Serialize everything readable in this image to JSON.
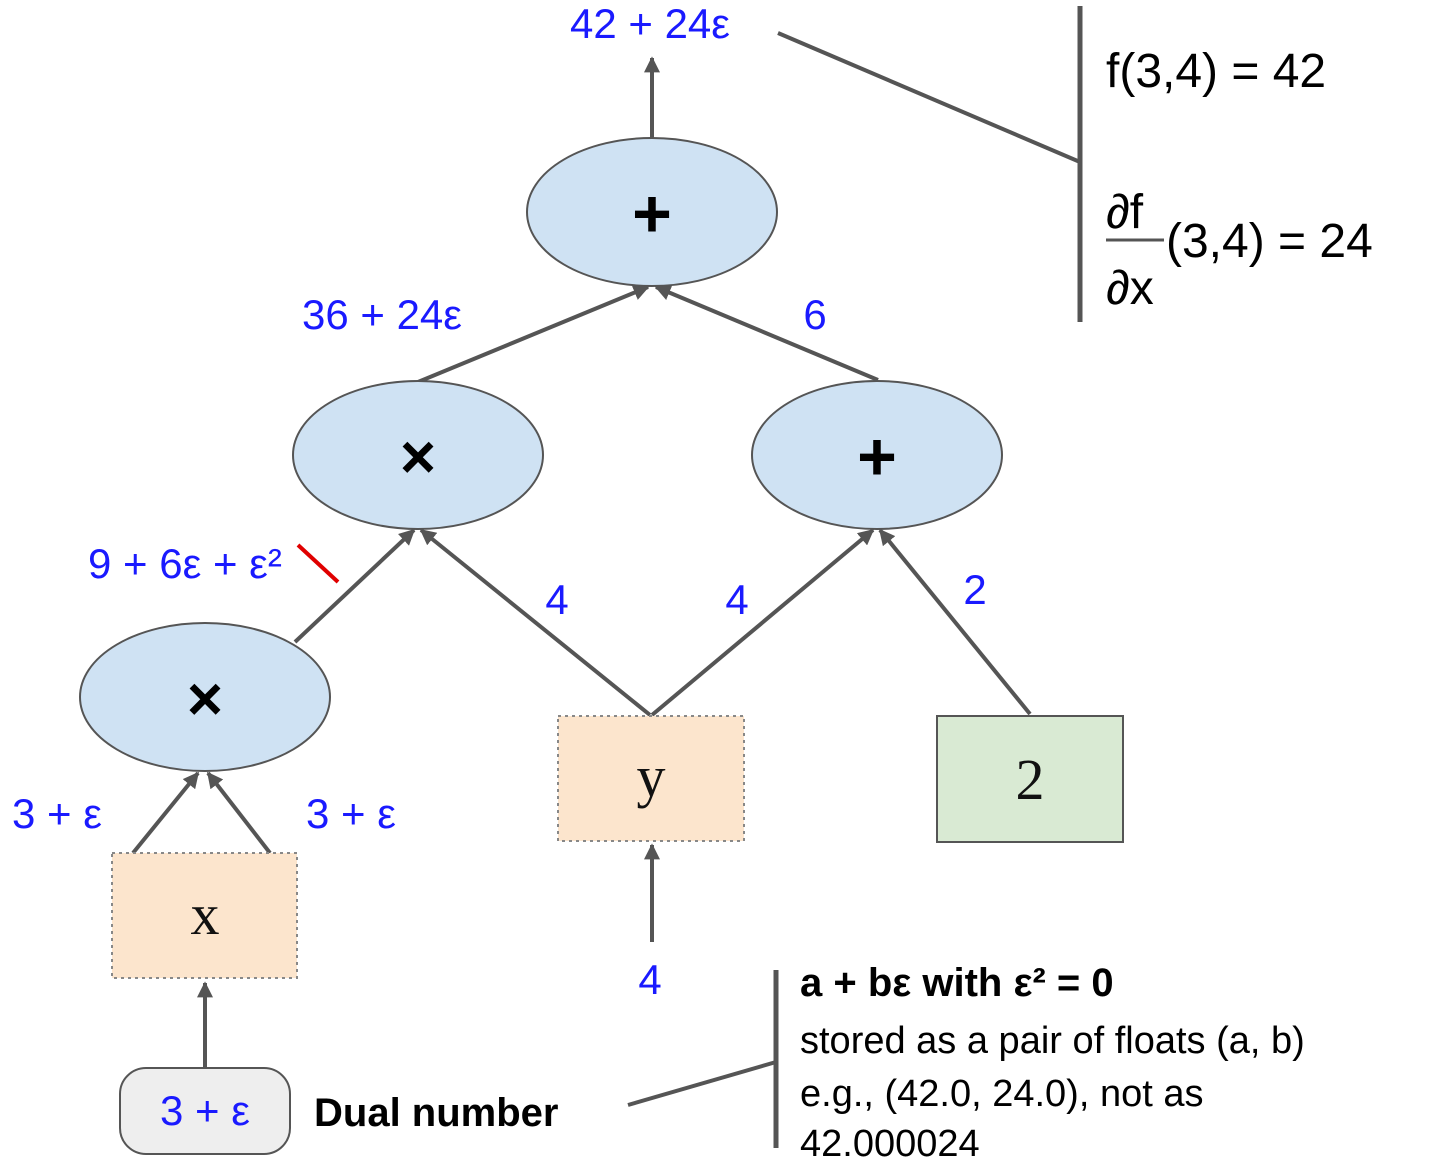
{
  "nodes": {
    "top_add": "+",
    "mul_mid": "×",
    "add_mid": "+",
    "mul_low": "×",
    "var_x": "x",
    "var_y": "y",
    "const_2": "2",
    "dual_example": "3 + ε"
  },
  "edge_values": {
    "output": "42 + 24ε",
    "mul_mid_out": "36 + 24ε",
    "add_mid_out": "6",
    "mul_low_out_main": "9 + 6ε + ",
    "mul_low_out_struck": "ε²",
    "y_to_mul": "4",
    "y_to_add": "4",
    "two_to_add": "2",
    "x_left": "3 + ε",
    "x_right": "3 + ε",
    "y_input": "4"
  },
  "results": {
    "value": "f(3,4) = 42",
    "deriv_numerator": "∂f",
    "deriv_denominator": "∂x",
    "deriv_rest": "(3,4) = 24"
  },
  "dual_label": "Dual number",
  "note": {
    "title": "a + bε  with ε² = 0",
    "line1": "stored as a pair of floats (a, b)",
    "line2": "e.g., (42.0, 24.0), not as",
    "line3": "42.000024"
  },
  "colors": {
    "edge_value_text": "#1a1aff",
    "op_node_fill": "#cfe2f3",
    "var_node_fill": "#fce5cd",
    "const_node_fill": "#d9ead3",
    "dual_node_fill": "#eeeeee",
    "strike": "#e00000"
  }
}
